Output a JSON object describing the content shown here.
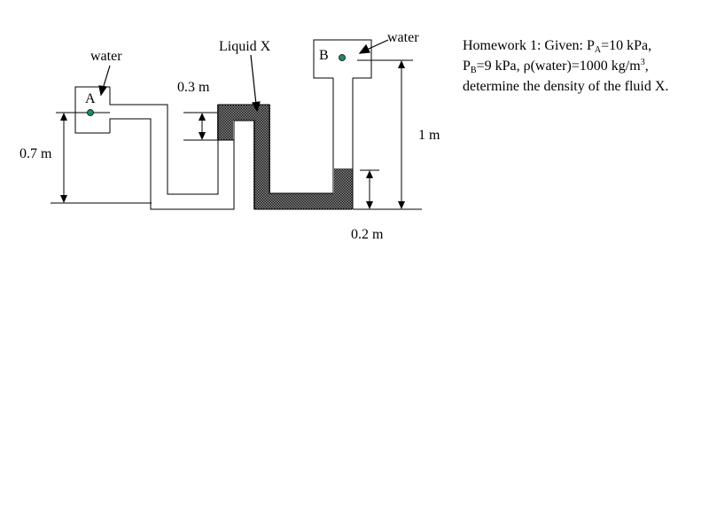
{
  "diagram": {
    "labels": {
      "water_left": "water",
      "water_right": "water",
      "liquid_x": "Liquid X",
      "point_a": "A",
      "point_b": "B",
      "dim_03": "0.3 m",
      "dim_07": "0.7 m",
      "dim_1": "1 m",
      "dim_02": "0.2 m"
    },
    "colors": {
      "line": "#000000",
      "liquid_x_fill": "#444444",
      "point_marker": "#1f8a6a"
    }
  },
  "problem": {
    "intro": "Homework 1: Given: P",
    "sub_a": "A",
    "val_a": "=10 kPa,",
    "p": "P",
    "sub_b": "B",
    "val_b": "=9 kPa, ",
    "rho": "ρ",
    "rho_text": "(water)=1000 kg/m",
    "cube": "3",
    "comma": ",",
    "rest": "determine the density of the fluid X."
  }
}
